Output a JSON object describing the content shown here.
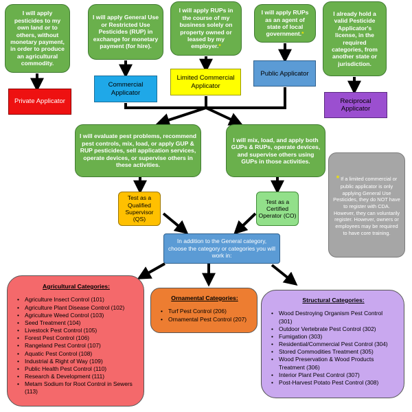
{
  "top_boxes": {
    "private_desc": "I will apply pesticides to my own land or to others, without monetary payment, in order to produce an agricultural commodity.",
    "commercial_desc": "I will apply General Use or Restricted Use Pesticides (RUP) in exchange for monetary payment (for hire).",
    "limited_desc": "I will apply RUPs in the course of my business solely on property owned or leased by my employer.",
    "public_desc": "I will apply RUPs as an agent of state of local government.",
    "reciprocal_desc": "I already hold a valid Pesticide Applicator's license, in the required categories, from another state or jurisdiction."
  },
  "applicator_types": {
    "private": "Private Applicator",
    "commercial": "Commercial Applicator",
    "limited": "Limited Commercial Applicator",
    "public": "Public Applicator",
    "reciprocal": "Reciprocal Applicator"
  },
  "star_symbol": "*",
  "roles": {
    "qs_desc": "I will evaluate pest problems, recommend pest controls, mix, load, or apply GUP & RUP pesticides, sell application services, operate devices, or supervise others in these activities.",
    "co_desc": "I will mix, load, and apply both GUPs & RUPs, operate devices, and supervise others using GUPs in those activities."
  },
  "tests": {
    "qs": "Test as a Qualified Supervisor (QS)",
    "co": "Test as a Certified Operator (CO)"
  },
  "note": "If a limited commercial or public applicator is only applying General Use Pesticides, they do NOT have to register with CDA. However, they can voluntarily register. However, owners or employees may be required to have core training.",
  "choose_text": "In addition to the General category, choose the category or categories you will work in:",
  "categories": {
    "agricultural": {
      "title": "Agricultural Categories:",
      "items": [
        "Agriculture Insect Control (101)",
        "Agriculture Plant Disease Control (102)",
        "Agriculture Weed Control (103)",
        "Seed Treatment (104)",
        "Livestock Pest Control (105)",
        "Forest Pest Control (106)",
        "Rangeland Pest Control (107)",
        "Aquatic Pest Control (108)",
        "Industrial & Right of Way (109)",
        "Public Health Pest Control (110)",
        "Research & Development (111)",
        "Metam Sodium for Root Control in Sewers (113)"
      ]
    },
    "ornamental": {
      "title": "Ornamental Categories:",
      "items": [
        "Turf Pest Control (206)",
        "Ornamental Pest Control (207)"
      ]
    },
    "structural": {
      "title": "Structural Categories:",
      "items": [
        "Wood Destroying Organism Pest Control (301)",
        "Outdoor Vertebrate Pest Control (302)",
        "Fumigation (303)",
        "Residential/Commercial Pest Control (304)",
        "Stored Commodities Treatment (305)",
        "Wood Preservation & Wood Products Treatment (306)",
        "Interior Plant Pest Control (307)",
        "Post-Harvest Potato Pest Control (308)"
      ]
    }
  },
  "colors": {
    "green": "#6ab04c",
    "private": "#ee1111",
    "commercial": "#1fa8e8",
    "limited": "#ffff00",
    "public": "#5b9bd5",
    "reciprocal": "#9b4fd0",
    "qs": "#ffc000",
    "co": "#92e08a",
    "choose": "#5b9bd5",
    "note": "#a6a6a6",
    "agricultural": "#f4696b",
    "ornamental": "#ed7d31",
    "structural": "#c9a8ef"
  }
}
